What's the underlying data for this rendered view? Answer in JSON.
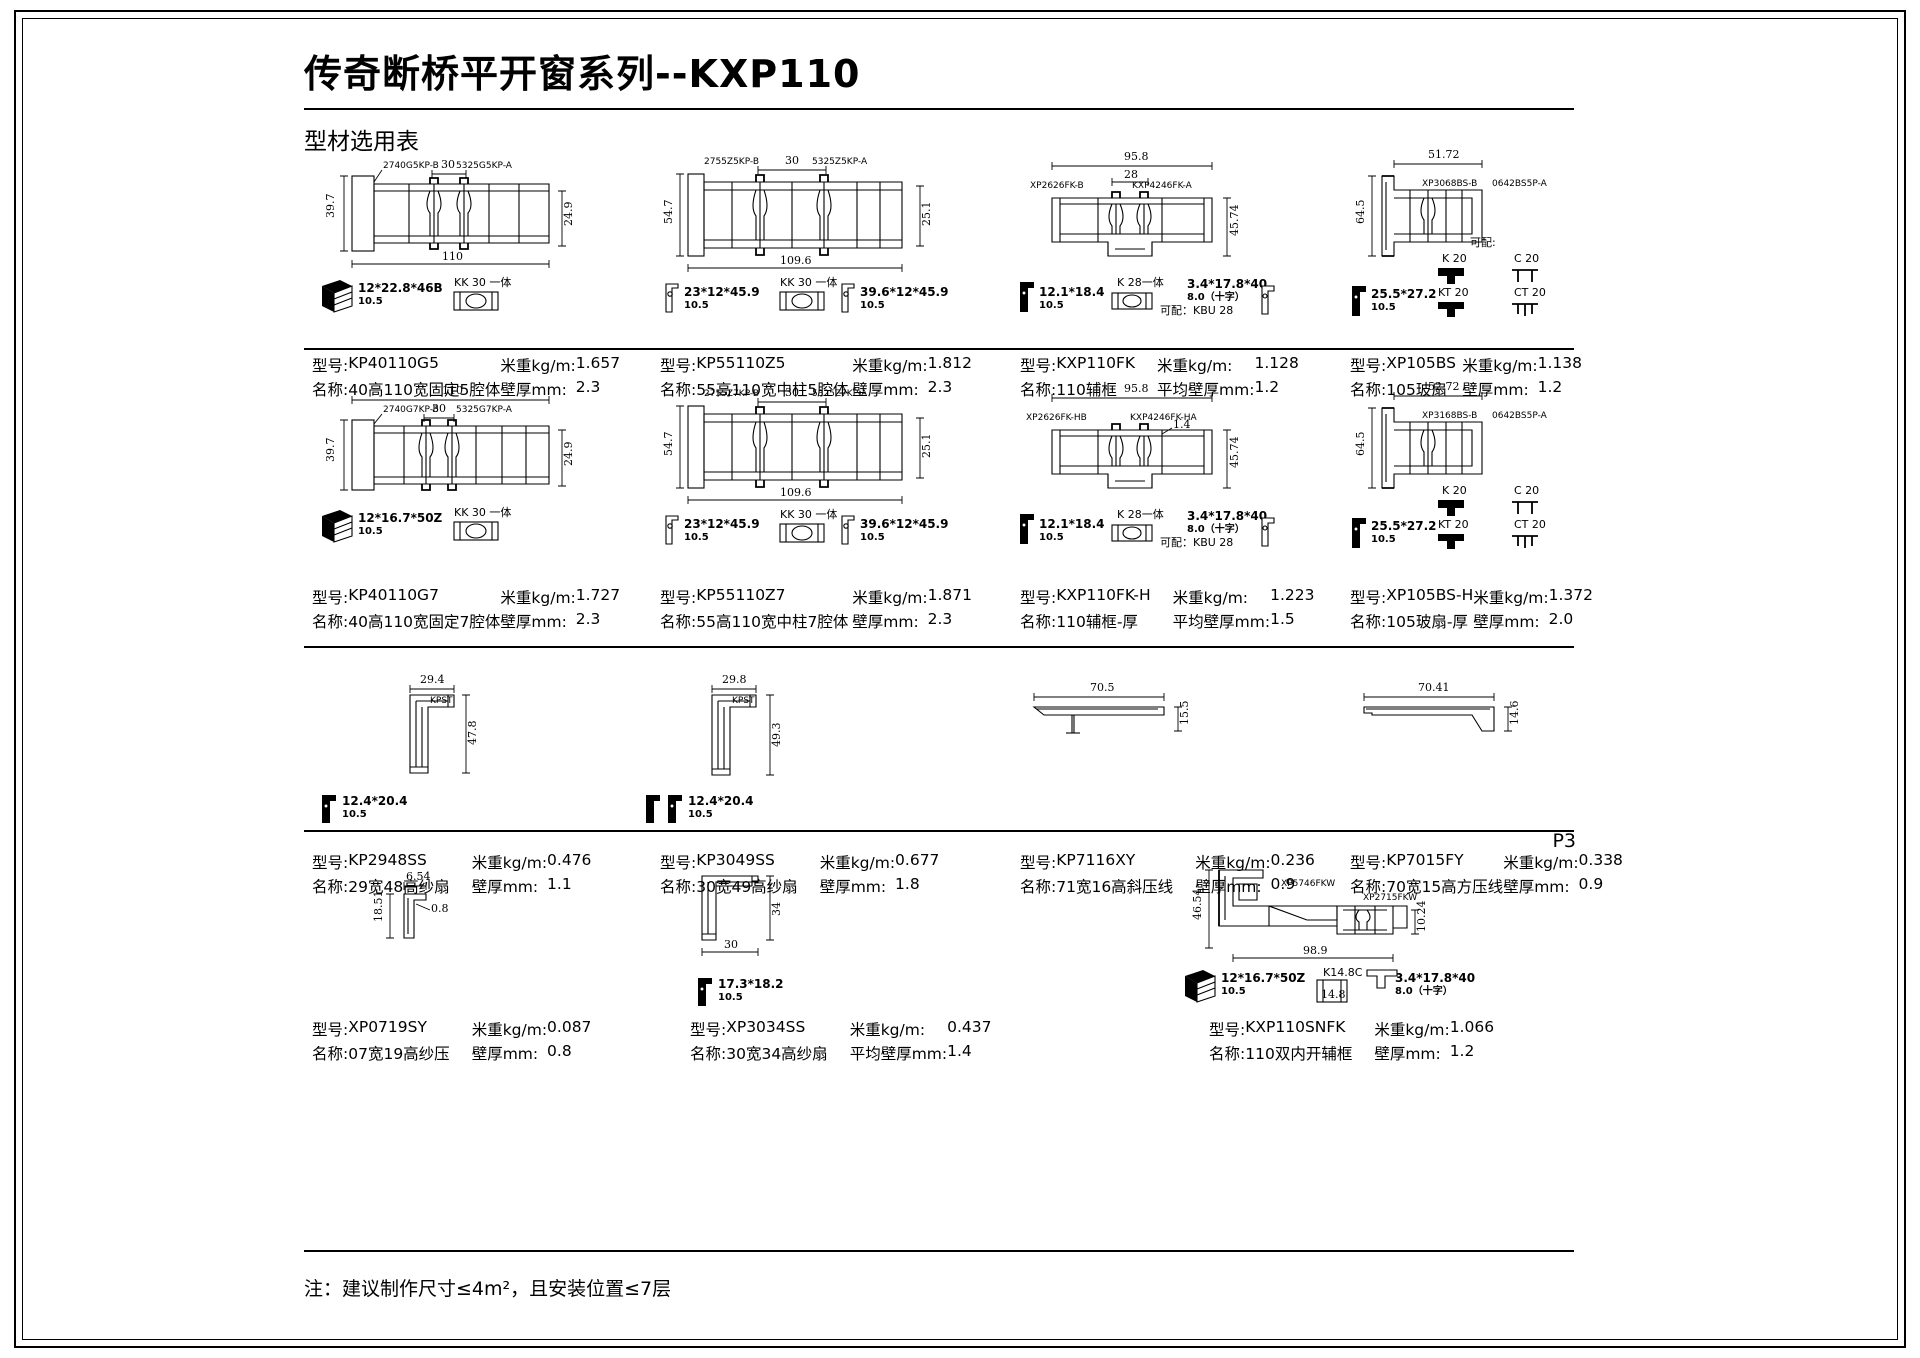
{
  "document": {
    "title": "传奇断桥平开窗系列--KXP110",
    "section_title": "型材选用表",
    "page_mark": "P3",
    "footer_note": "注：建议制作尺寸≤4m²，且安装位置≤7层",
    "labels": {
      "model": "型号:",
      "weight": "米重kg/m:",
      "name": "名称:",
      "thickness": "壁厚mm:",
      "avg_thickness": "平均壁厚mm:"
    }
  },
  "rows": [
    {
      "row_id": "row-1",
      "products": [
        {
          "model": "KP40110G5",
          "weight": "1.657",
          "name": "40高110宽固定5腔体",
          "thickness_label": "壁厚mm:",
          "thickness": "2.3",
          "dimensions": {
            "height": "39.7",
            "width": "110",
            "inner": "30",
            "right": "24.9"
          },
          "part_codes": [
            "2740G5KP-B",
            "5325G5KP-A"
          ],
          "accessories": [
            {
              "code": "12*22.8*46B",
              "sub": "10.5"
            },
            {
              "code": "KK 30 一体",
              "sub": ""
            }
          ]
        },
        {
          "model": "KP55110Z5",
          "weight": "1.812",
          "name": "55高110宽中柱5腔体",
          "thickness_label": "壁厚mm:",
          "thickness": "2.3",
          "dimensions": {
            "height": "54.7",
            "width": "109.6",
            "inner": "30",
            "right": "25.1"
          },
          "part_codes": [
            "2755Z5KP-B",
            "5325Z5KP-A"
          ],
          "accessories": [
            {
              "code": "23*12*45.9",
              "sub": "10.5"
            },
            {
              "code": "KK 30 一体",
              "sub": ""
            },
            {
              "code": "39.6*12*45.9",
              "sub": "10.5"
            }
          ]
        },
        {
          "model": "KXP110FK",
          "weight": "1.128",
          "name": "110辅框",
          "thickness_label": "平均壁厚mm:",
          "thickness": "1.2",
          "dimensions": {
            "width": "95.8",
            "inner": "28",
            "right": "45.74"
          },
          "part_codes": [
            "XP2626FK-B",
            "KXP4246FK-A"
          ],
          "accessories": [
            {
              "code": "12.1*18.4",
              "sub": "10.5"
            },
            {
              "code": "K 28一体",
              "sub": ""
            },
            {
              "code": "3.4*17.8*40",
              "sub": "8.0（十字）"
            },
            {
              "code": "可配：KBU 28",
              "sub": ""
            }
          ]
        },
        {
          "model": "XP105BS",
          "weight": "1.138",
          "name": "105玻扇",
          "thickness_label": "壁厚mm:",
          "thickness": "1.2",
          "dimensions": {
            "width": "51.72",
            "height": "64.5"
          },
          "part_codes": [
            "XP3068BS-B",
            "0642BS5P-A"
          ],
          "accessories": [
            {
              "code": "25.5*27.2",
              "sub": "10.5"
            },
            {
              "code": "K 20",
              "sub": "KT 20"
            },
            {
              "code": "C 20",
              "sub": "CT 20"
            },
            {
              "code": "可配:",
              "sub": ""
            }
          ]
        }
      ]
    },
    {
      "row_id": "row-2",
      "products": [
        {
          "model": "KP40110G7",
          "weight": "1.727",
          "name": "40高110宽固定7腔体",
          "thickness_label": "壁厚mm:",
          "thickness": "2.3",
          "dimensions": {
            "height": "39.7",
            "width": "110",
            "inner": "30",
            "right": "24.9"
          },
          "part_codes": [
            "2740G7KP-B",
            "5325G7KP-A"
          ],
          "accessories": [
            {
              "code": "12*16.7*50Z",
              "sub": "10.5"
            },
            {
              "code": "KK 30 一体",
              "sub": ""
            }
          ]
        },
        {
          "model": "KP55110Z7",
          "weight": "1.871",
          "name": "55高110宽中柱7腔体",
          "thickness_label": "壁厚mm:",
          "thickness": "2.3",
          "dimensions": {
            "height": "54.7",
            "width": "109.6",
            "inner": "30",
            "right": "25.1"
          },
          "part_codes": [
            "2755Z7KP-B",
            "5325Z7KP-A"
          ],
          "accessories": [
            {
              "code": "23*12*45.9",
              "sub": "10.5"
            },
            {
              "code": "KK 30 一体",
              "sub": ""
            },
            {
              "code": "39.6*12*45.9",
              "sub": "10.5"
            }
          ]
        },
        {
          "model": "KXP110FK-H",
          "weight": "1.223",
          "name": "110辅框-厚",
          "thickness_label": "平均壁厚mm:",
          "thickness": "1.5",
          "dimensions": {
            "width": "95.8",
            "inner": "1.4",
            "right": "45.74"
          },
          "part_codes": [
            "XP2626FK-HB",
            "KXP4246FK-HA"
          ],
          "accessories": [
            {
              "code": "12.1*18.4",
              "sub": "10.5"
            },
            {
              "code": "K 28一体",
              "sub": ""
            },
            {
              "code": "3.4*17.8*40",
              "sub": "8.0（十字）"
            },
            {
              "code": "可配：KBU 28",
              "sub": ""
            }
          ]
        },
        {
          "model": "XP105BS-H",
          "weight": "1.372",
          "name": "105玻扇-厚",
          "thickness_label": "壁厚mm:",
          "thickness": "2.0",
          "dimensions": {
            "width": "52.72",
            "height": "64.5"
          },
          "part_codes": [
            "XP3168BS-B",
            "0642BS5P-A"
          ],
          "accessories": [
            {
              "code": "25.5*27.2",
              "sub": "10.5"
            },
            {
              "code": "K 20",
              "sub": "KT 20"
            },
            {
              "code": "C 20",
              "sub": "CT 20"
            }
          ]
        }
      ]
    },
    {
      "row_id": "row-3",
      "products": [
        {
          "model": "KP2948SS",
          "weight": "0.476",
          "name": "29宽48高纱扇",
          "thickness_label": "壁厚mm:",
          "thickness": "1.1",
          "dimensions": {
            "width": "29.4",
            "height": "47.8"
          },
          "part_codes": [
            "KPST"
          ],
          "accessories": [
            {
              "code": "12.4*20.4",
              "sub": "10.5"
            }
          ]
        },
        {
          "model": "KP3049SS",
          "weight": "0.677",
          "name": "30宽49高纱扇",
          "thickness_label": "壁厚mm:",
          "thickness": "1.8",
          "dimensions": {
            "width": "29.8",
            "height": "49.3"
          },
          "part_codes": [
            "KPST"
          ],
          "accessories": [
            {
              "code": "12.4*20.4",
              "sub": "10.5"
            }
          ]
        },
        {
          "model": "KP7116XY",
          "weight": "0.236",
          "name": "71宽16高斜压线",
          "thickness_label": "壁厚mm:",
          "thickness": "0.9",
          "dimensions": {
            "width": "70.5",
            "height": "15.5"
          },
          "part_codes": [],
          "accessories": []
        },
        {
          "model": "KP7015FY",
          "weight": "0.338",
          "name": "70宽15高方压线",
          "thickness_label": "壁厚mm:",
          "thickness": "0.9",
          "dimensions": {
            "width": "70.41",
            "height": "14.6"
          },
          "part_codes": [],
          "accessories": []
        }
      ]
    },
    {
      "row_id": "row-4",
      "products": [
        {
          "model": "XP0719SY",
          "weight": "0.087",
          "name": "07宽19高纱压",
          "thickness_label": "壁厚mm:",
          "thickness": "0.8",
          "dimensions": {
            "width": "6.54",
            "height": "18.51",
            "extra": "0.8"
          },
          "part_codes": [],
          "accessories": []
        },
        {
          "model": "XP3034SS",
          "weight": "0.437",
          "name": "30宽34高纱扇",
          "thickness_label": "平均壁厚mm:",
          "thickness": "1.4",
          "dimensions": {
            "width": "30",
            "height": "34"
          },
          "part_codes": [],
          "accessories": [
            {
              "code": "17.3*18.2",
              "sub": "10.5"
            }
          ]
        },
        {
          "model": "KXP110SNFK",
          "weight": "1.066",
          "name": "110双内开辅框",
          "thickness_label": "壁厚mm:",
          "thickness": "1.2",
          "dimensions": {
            "width": "98.9",
            "height": "46.54",
            "extra": "10.24"
          },
          "part_codes": [
            "XP5746FKW",
            "XP2715FKW"
          ],
          "accessories": [
            {
              "code": "12*16.7*50Z",
              "sub": "10.5"
            },
            {
              "code": "K14.8C",
              "sub": "14.8"
            },
            {
              "code": "3.4*17.8*40",
              "sub": "8.0（十字）"
            }
          ]
        }
      ]
    }
  ]
}
